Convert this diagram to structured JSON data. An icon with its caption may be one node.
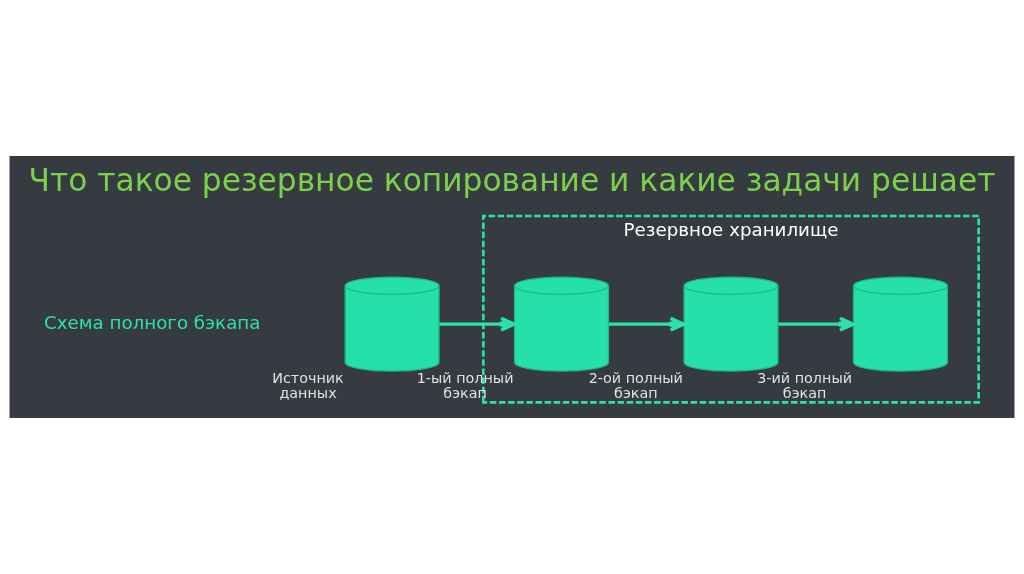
{
  "diagram": {
    "title": "Что такое резервное копирование и какие задачи решает",
    "nodes": [
      {
        "text": [],
        "shape": "cylinder",
        "beside": [
          "Источник данных"
        ]
      },
      {
        "text": [
          "Резервное хранилище"
        ]
      },
      {
        "text": [],
        "shape": "cylinder",
        "beside": [
          "1-ый полный бэкап"
        ],
        "in": 1
      },
      {
        "text": [],
        "shape": "cylinder",
        "beside": [
          "2-ой полный бэкап"
        ],
        "in": 1
      },
      {
        "text": [],
        "shape": "cylinder",
        "beside": [
          "3-ий полный бэкап"
        ],
        "in": 1
      }
    ],
    "edges": [
      {
        "from": 0,
        "to": 2,
        "arrow": "to"
      },
      {
        "from": 2,
        "to": 3,
        "arrow": "to"
      },
      {
        "from": 3,
        "to": 4,
        "arrow": "to"
      }
    ],
    "labels": [
      "Схема полного бэкапа"
    ]
  }
}
